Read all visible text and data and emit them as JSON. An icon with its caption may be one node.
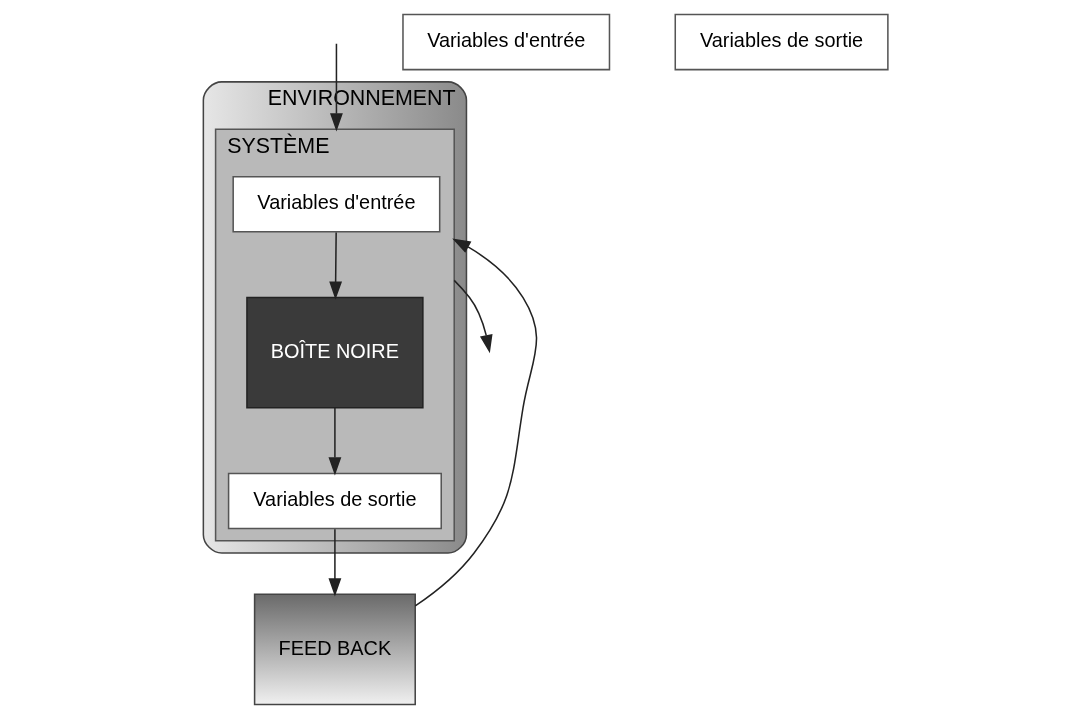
{
  "diagram": {
    "nodes": [
      {
        "text": [
          "ENVIRONNEMENT"
        ]
      },
      {
        "text": [
          "Variables d'entrée"
        ]
      },
      {
        "text": [
          "SYSTÈME"
        ],
        "in": 0
      },
      {
        "text": [
          "Variables d'entrée"
        ],
        "in": 2
      },
      {
        "text": [
          "BOÎTE NOIRE"
        ],
        "in": 2
      },
      {
        "text": [
          "Variables de sortie"
        ],
        "in": 2
      },
      {
        "text": [
          "Variables de sortie"
        ]
      },
      {
        "text": [
          "FEED BACK"
        ]
      }
    ],
    "edges": [
      {
        "from": null,
        "to": 2,
        "arrow": "to"
      },
      {
        "from": 3,
        "to": 4,
        "arrow": "to"
      },
      {
        "from": 4,
        "to": 5,
        "arrow": "to"
      },
      {
        "from": 5,
        "to": 7,
        "arrow": "to"
      },
      {
        "from": 7,
        "to": 2,
        "arrow": "to"
      },
      {
        "from": 2,
        "to": null,
        "arrow": "to"
      }
    ]
  }
}
